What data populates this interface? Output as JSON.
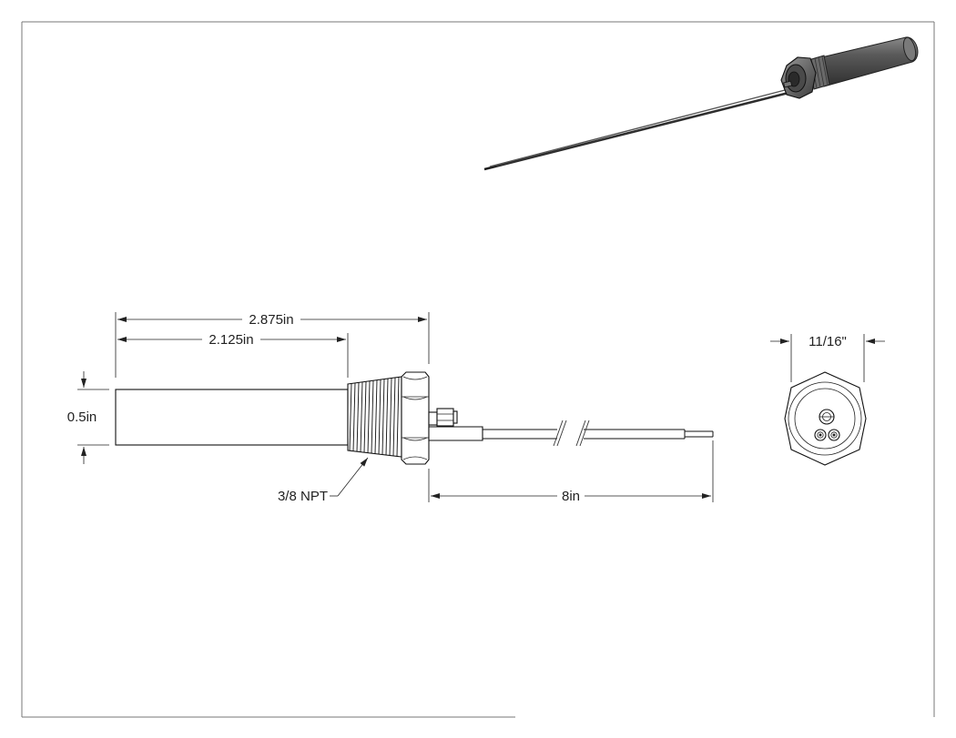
{
  "colors": {
    "line": "#111111",
    "frame": "#666666",
    "body_dark": "#4a4a4a",
    "body_mid": "#6d6d6d",
    "lead_dark": "#2e2e2e"
  },
  "dimensions": {
    "overall_length": "2.875in",
    "body_length": "2.125in",
    "diameter": "0.5in",
    "thread": "3/8 NPT",
    "lead_length": "8in",
    "hex_size": "11/16\""
  }
}
